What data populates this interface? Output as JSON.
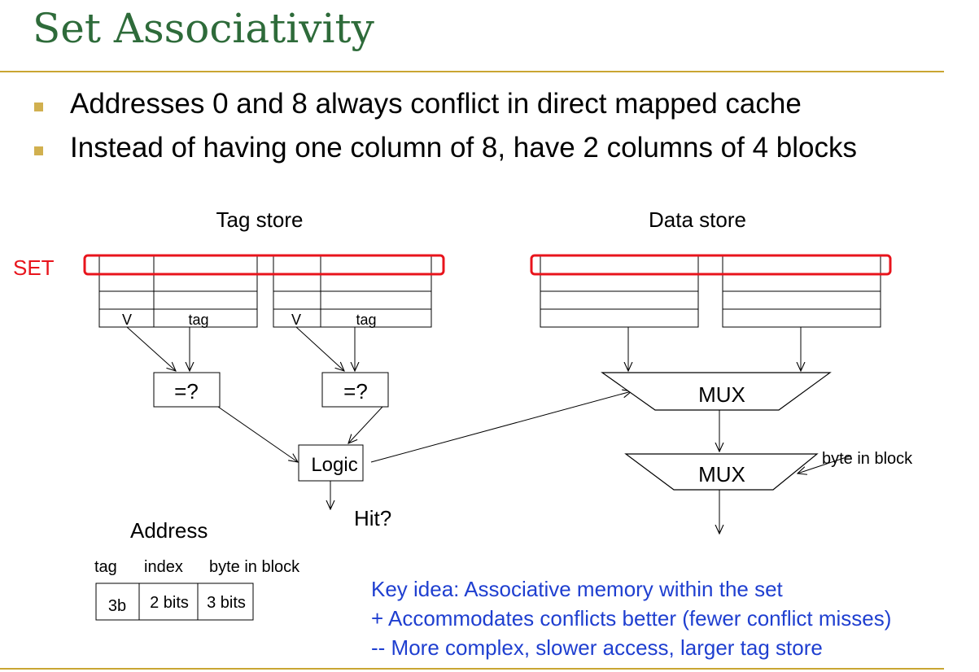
{
  "slide": {
    "title": "Set Associativity",
    "bullets": [
      "Addresses 0 and 8 always conflict in direct mapped cache",
      "Instead of having one column of 8, have 2 columns of 4 blocks"
    ]
  },
  "diagram": {
    "tag_store_label": "Tag store",
    "data_store_label": "Data store",
    "set_label": "SET",
    "valid_label": "V",
    "tag_label": "tag",
    "comparator_label": "=?",
    "logic_label": "Logic",
    "hit_label": "Hit?",
    "mux_label": "MUX",
    "byte_in_block_label": "byte in block",
    "set_highlight_color": "#e8141c"
  },
  "address": {
    "title": "Address",
    "field_labels": [
      "tag",
      "index",
      "byte in block"
    ],
    "field_sizes": [
      "3b",
      "2 bits",
      "3 bits"
    ]
  },
  "key_idea": {
    "lines": [
      "Key idea: Associative memory within the set",
      "+ Accommodates conflicts better (fewer conflict misses)",
      "-- More complex, slower access, larger tag store"
    ],
    "color": "#1f3fd0"
  }
}
